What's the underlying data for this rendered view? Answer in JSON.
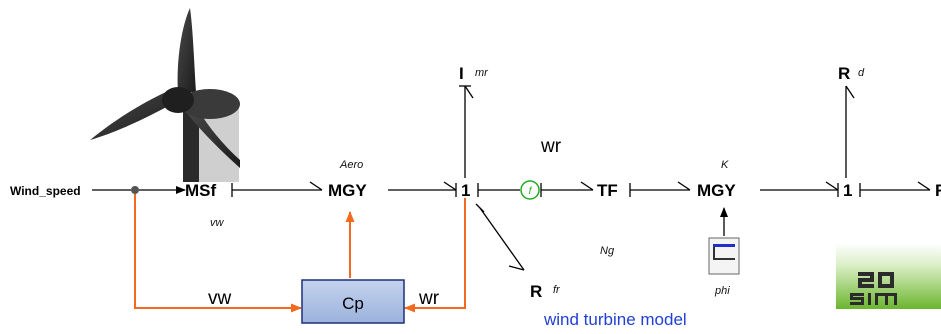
{
  "diagram": {
    "input_label": "Wind_speed",
    "nodes": {
      "msf": "MSf",
      "mgy_aero": "MGY",
      "junction1": "1",
      "inertia": "I",
      "r_fr": "R",
      "detector": "f",
      "tf": "TF",
      "mgy_k": "MGY",
      "junction2": "1",
      "r_d": "R",
      "cp": "Cp"
    },
    "params": {
      "aero": "Aero",
      "vw": "vw",
      "mr": "mr",
      "fr": "fr",
      "ng": "Ng",
      "k": "K",
      "phi": "phi",
      "d": "d"
    },
    "signals": {
      "wr_top": "wr",
      "vw_signal": "vw",
      "wr_signal": "wr"
    },
    "caption": "wind turbine model",
    "logo": "20 sim",
    "colors": {
      "signal": "#f26a1e",
      "cp_fill": "#a9bde0",
      "cp_border": "#1f2f7a",
      "caption": "#1f3fd6",
      "detector": "#22aa22",
      "logo_green": "#7fc242"
    }
  }
}
